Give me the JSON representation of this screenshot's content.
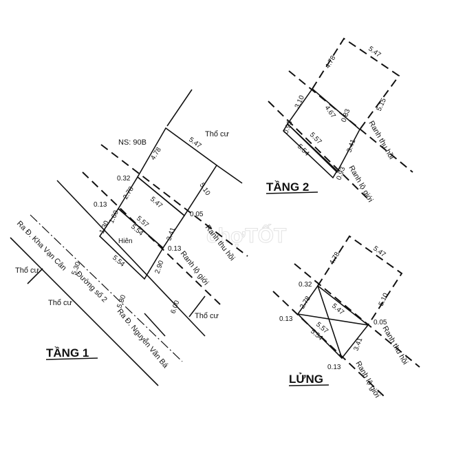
{
  "watermark": "chợTỐT",
  "tang1": {
    "title": "TẦNG 1",
    "ns": "NS: 90B",
    "tho_cu": "Thổ cư",
    "hien": "Hiên",
    "ranh_thu_hoi": "Ranh thu hồi",
    "ranh_lo_gioi": "Ranh lộ giới",
    "road_kha_van_can": "Ra Đ. Kha Vạn Cân",
    "road_duong_so_2": "Đường số 2",
    "road_nguyen_van_ba": "Ra Đ. Nguyễn Văn Bá",
    "dims": {
      "d478": "4.78",
      "d547": "5.47",
      "d510": "5.10",
      "d032": "0.32",
      "d278": "2.78",
      "d547b": "5.47",
      "d013a": "0.13",
      "d160": "1.60",
      "d130": "1.30",
      "d557": "5.57",
      "d554a": "5.54",
      "d005": "0.05",
      "d341": "3.41",
      "d013b": "0.13",
      "d554b": "5.54",
      "d290": "2.90",
      "d530": "5.30",
      "d580": "5.80",
      "d600": "6.00"
    }
  },
  "tang2": {
    "title": "TẦNG 2",
    "ranh_thu_hoi": "Ranh thu hồi",
    "ranh_lo_gioi": "Ranh lộ giới",
    "dims": {
      "d478": "4.78",
      "d547": "5.47",
      "d515": "5.15",
      "d310": "3.10",
      "d467": "4.67",
      "d083": "0.83",
      "d093a": "0.93",
      "d557": "5.57",
      "d554": "5.54",
      "d341": "3.41",
      "d093b": "0.93"
    }
  },
  "lung": {
    "title": "LỬNG",
    "ranh_thu_hoi": "Ranh thu hồi",
    "ranh_lo_gioi": "Ranh lộ giới",
    "dims": {
      "d478": "4.78",
      "d547": "5.47",
      "d510": "5.10",
      "d032": "0.32",
      "d278": "2.78",
      "d547b": "5.47",
      "d013a": "0.13",
      "d005": "0.05",
      "d557": "5.57",
      "d554": "5.54",
      "d341": "3.41",
      "d013b": "0.13"
    }
  }
}
